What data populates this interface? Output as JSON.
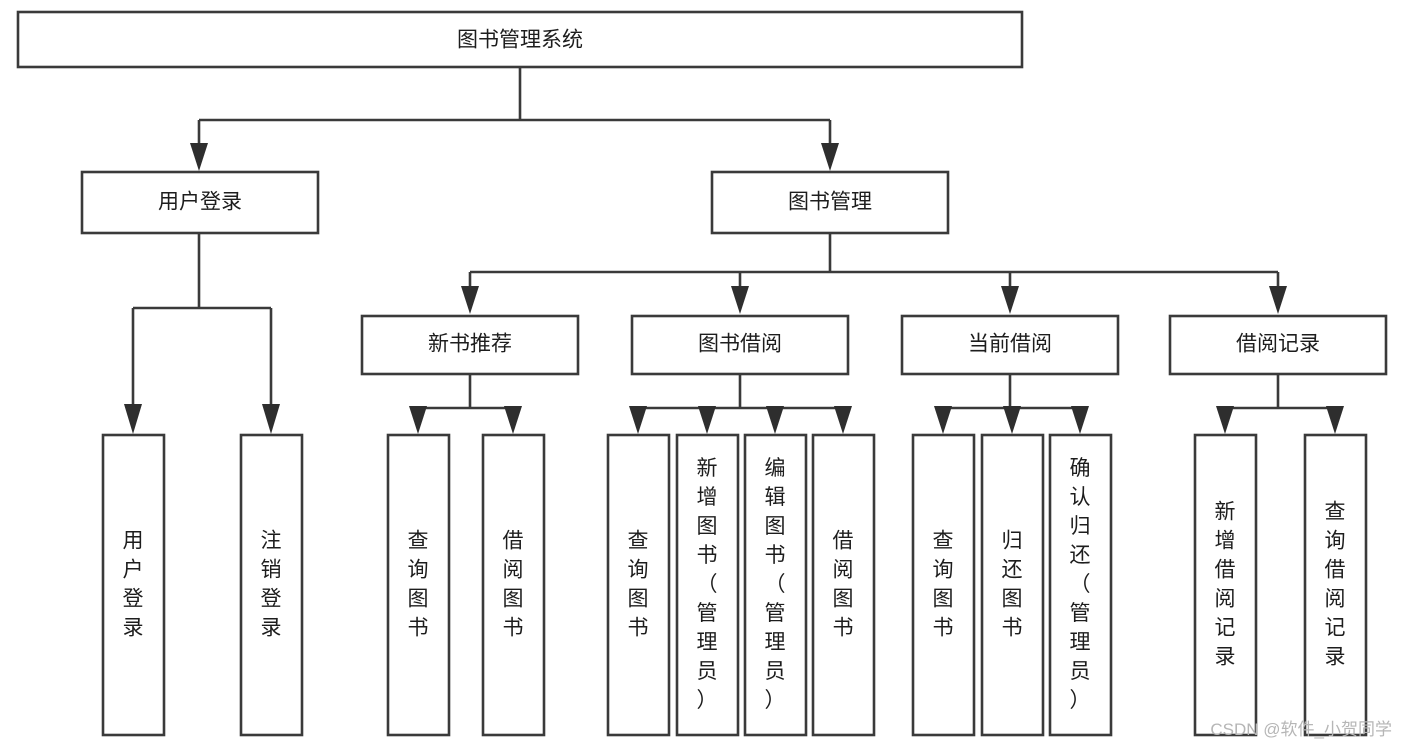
{
  "diagram": {
    "type": "hierarchy-tree",
    "title": "图书管理系统",
    "orientation": "top-down",
    "levels": 4,
    "colors": {
      "box_stroke": "#3a3a3a",
      "box_fill": "#ffffff",
      "connector": "#3a3a3a",
      "arrow": "#2e2e2e",
      "text": "#1d1d1d",
      "watermark": "#b6b6b6",
      "background": "#ffffff"
    },
    "root": {
      "label": "图书管理系统",
      "orientation": "horizontal"
    },
    "level2": [
      {
        "label": "用户登录",
        "orientation": "horizontal"
      },
      {
        "label": "图书管理",
        "orientation": "horizontal"
      }
    ],
    "level3": [
      {
        "label": "新书推荐",
        "orientation": "horizontal"
      },
      {
        "label": "图书借阅",
        "orientation": "horizontal"
      },
      {
        "label": "当前借阅",
        "orientation": "horizontal"
      },
      {
        "label": "借阅记录",
        "orientation": "horizontal"
      }
    ],
    "leaves": {
      "user_login": [
        {
          "label": "用户登录",
          "orientation": "vertical"
        },
        {
          "label": "注销登录",
          "orientation": "vertical"
        }
      ],
      "new_book_recommend": [
        {
          "label": "查询图书",
          "orientation": "vertical"
        },
        {
          "label": "借阅图书",
          "orientation": "vertical"
        }
      ],
      "book_borrow": [
        {
          "label": "查询图书",
          "orientation": "vertical"
        },
        {
          "label": "新增图书（管理员）",
          "orientation": "vertical"
        },
        {
          "label": "编辑图书（管理员）",
          "orientation": "vertical"
        },
        {
          "label": "借阅图书",
          "orientation": "vertical"
        }
      ],
      "current_borrow": [
        {
          "label": "查询图书",
          "orientation": "vertical"
        },
        {
          "label": "归还图书",
          "orientation": "vertical"
        },
        {
          "label": "确认归还（管理员）",
          "orientation": "vertical"
        }
      ],
      "borrow_record": [
        {
          "label": "新增借阅记录",
          "orientation": "vertical"
        },
        {
          "label": "查询借阅记录",
          "orientation": "vertical"
        }
      ]
    }
  },
  "watermark": {
    "text": "CSDN @软件_小贺同学"
  }
}
